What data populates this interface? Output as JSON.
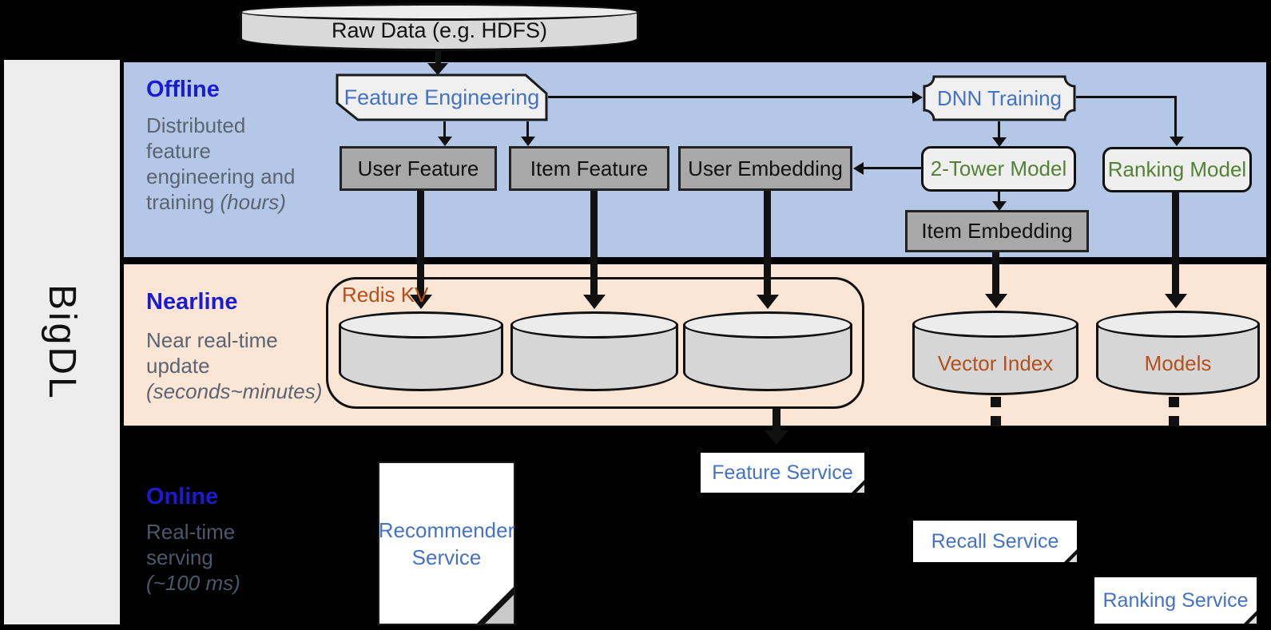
{
  "colors": {
    "offline_bg": "#b4c7e7",
    "nearline_bg": "#fbe5d5",
    "label_blue": "#1b1bd0",
    "node_blue": "#4472c4",
    "node_green": "#548235",
    "node_brown": "#b5501b",
    "subtitle_gray": "#5a6472",
    "online_subtitle_gray": "#4b586c"
  },
  "brand": {
    "label": "BigDL"
  },
  "raw_data": {
    "label": "Raw Data (e.g. HDFS)"
  },
  "offline": {
    "title": "Offline",
    "subtitle_line1": "Distributed",
    "subtitle_line2": "feature",
    "subtitle_line3": "engineering and",
    "subtitle_line4": "training",
    "subtitle_line4_italic": "(hours)"
  },
  "nearline": {
    "title": "Nearline",
    "subtitle_line1": "Near real-time",
    "subtitle_line2": "update",
    "subtitle_line3_italic": "(seconds~minutes)"
  },
  "online": {
    "title": "Online",
    "subtitle_line1": "Real-time",
    "subtitle_line2": "serving",
    "subtitle_line3_italic": "(~100 ms)"
  },
  "nodes": {
    "feature_engineering": "Feature Engineering",
    "dnn_training": "DNN Training",
    "user_feature": "User Feature",
    "item_feature": "Item Feature",
    "user_embedding": "User Embedding",
    "two_tower_model": "2-Tower Model",
    "ranking_model": "Ranking Model",
    "item_embedding": "Item Embedding",
    "redis_kv": "Redis KV",
    "vector_index": "Vector Index",
    "models": "Models"
  },
  "services": {
    "recommender_line1": "Recommender",
    "recommender_line2": "Service",
    "feature": "Feature Service",
    "recall": "Recall Service",
    "ranking": "Ranking Service"
  }
}
